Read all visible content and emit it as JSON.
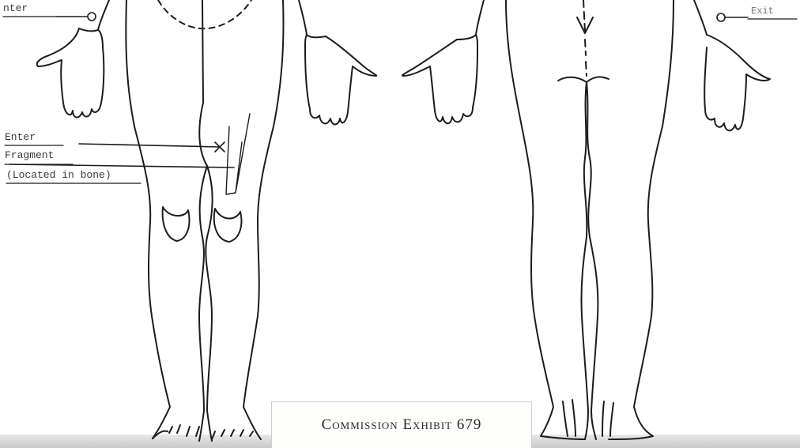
{
  "labels": {
    "wrist_entry": "nter",
    "wrist_exit": "Exit",
    "thigh_entry": "Enter",
    "fragment": "Fragment",
    "fragment_location": "(Located in bone)"
  },
  "exhibit": {
    "title": "Commission Exhibit 679"
  },
  "colors": {
    "ink": "#1c1c1c",
    "typewriter": "#3a3a3a",
    "paper": "#ffffff"
  }
}
